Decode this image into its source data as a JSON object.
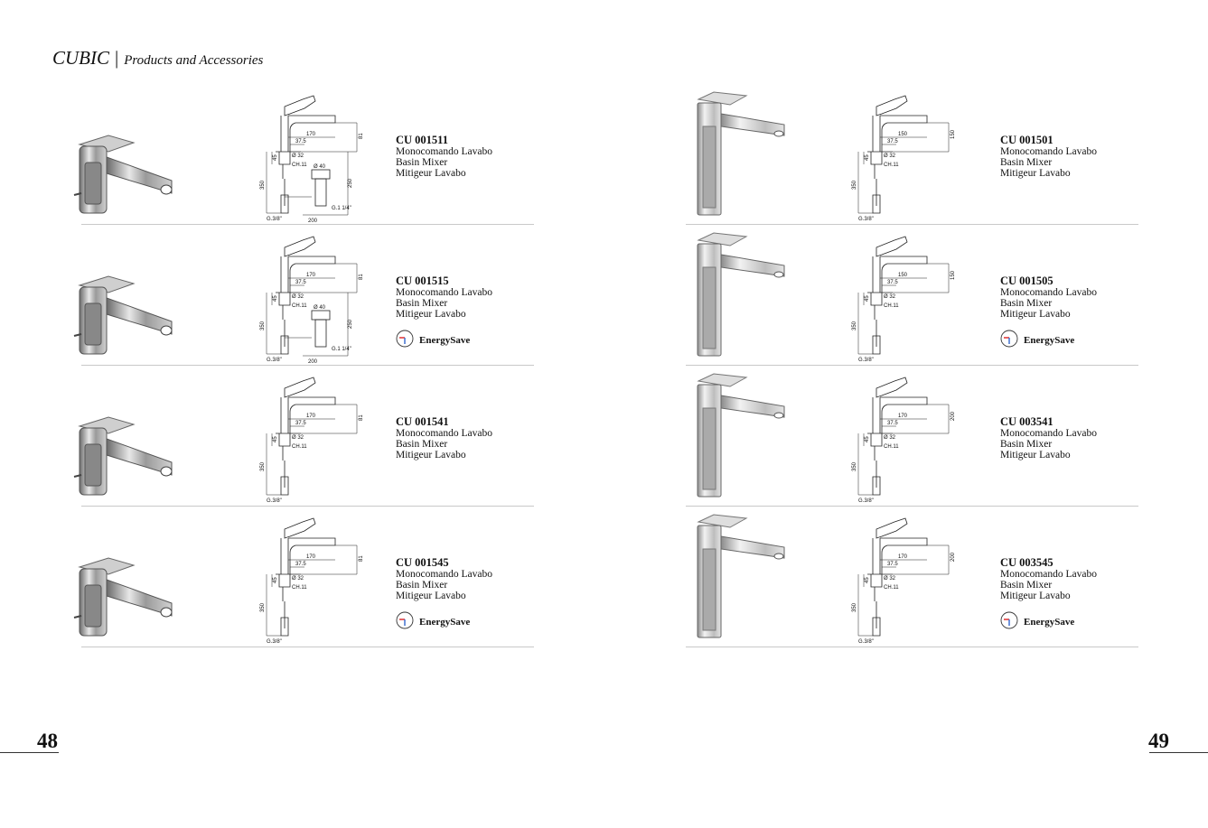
{
  "header": {
    "brand": "CUBIC",
    "separator": "|",
    "subtitle": "Products and Accessories"
  },
  "pages": {
    "left_number": "48",
    "right_number": "49"
  },
  "energy_label": "EnergySave",
  "left_products": [
    {
      "code": "CU 001511",
      "lines": [
        "Monocomando Lavabo",
        "Basin Mixer",
        "Mitigeur Lavabo"
      ],
      "energy": false,
      "dims": {
        "spread": "170",
        "offset": "37.5",
        "height": "81",
        "base": "Ø 32",
        "hex": "CH.11",
        "collar": "45",
        "tail": "350",
        "thread": "G.3/8\"",
        "waste_d": "Ø 40",
        "waste_thread": "G.1 1/4\"",
        "waste_len": "200",
        "total": "250"
      }
    },
    {
      "code": "CU 001515",
      "lines": [
        "Monocomando Lavabo",
        "Basin Mixer",
        "Mitigeur Lavabo"
      ],
      "energy": true,
      "dims": {
        "spread": "170",
        "offset": "37.5",
        "height": "81",
        "base": "Ø 32",
        "hex": "CH.11",
        "collar": "45",
        "tail": "350",
        "thread": "G.3/8\"",
        "waste_d": "Ø 40",
        "waste_thread": "G.1 1/4\"",
        "waste_len": "200",
        "total": "250"
      }
    },
    {
      "code": "CU 001541",
      "lines": [
        "Monocomando Lavabo",
        "Basin Mixer",
        "Mitigeur Lavabo"
      ],
      "energy": false,
      "dims": {
        "spread": "170",
        "offset": "37.5",
        "height": "81",
        "base": "Ø 32",
        "hex": "CH.11",
        "collar": "45",
        "tail": "350",
        "thread": "G.3/8\""
      }
    },
    {
      "code": "CU 001545",
      "lines": [
        "Monocomando Lavabo",
        "Basin Mixer",
        "Mitigeur Lavabo"
      ],
      "energy": true,
      "dims": {
        "spread": "170",
        "offset": "37.5",
        "height": "81",
        "base": "Ø 32",
        "hex": "CH.11",
        "collar": "45",
        "tail": "350",
        "thread": "G.3/8\""
      }
    }
  ],
  "right_products": [
    {
      "code": "CU 001501",
      "lines": [
        "Monocomando Lavabo",
        "Basin Mixer",
        "Mitigeur Lavabo"
      ],
      "energy": false,
      "dims": {
        "spread": "150",
        "offset": "37.5",
        "height": "150",
        "base": "Ø 32",
        "hex": "CH.11",
        "collar": "45",
        "tail": "350",
        "thread": "G.3/8\""
      }
    },
    {
      "code": "CU 001505",
      "lines": [
        "Monocomando Lavabo",
        "Basin Mixer",
        "Mitigeur Lavabo"
      ],
      "energy": true,
      "dims": {
        "spread": "150",
        "offset": "37.5",
        "height": "150",
        "base": "Ø 32",
        "hex": "CH.11",
        "collar": "45",
        "tail": "350",
        "thread": "G.3/8\""
      }
    },
    {
      "code": "CU 003541",
      "lines": [
        "Monocomando Lavabo",
        "Basin Mixer",
        "Mitigeur Lavabo"
      ],
      "energy": false,
      "dims": {
        "spread": "170",
        "offset": "37.5",
        "height": "200",
        "base": "Ø 32",
        "hex": "CH.11",
        "collar": "45",
        "tail": "350",
        "thread": "G.3/8\""
      }
    },
    {
      "code": "CU 003545",
      "lines": [
        "Monocomando Lavabo",
        "Basin Mixer",
        "Mitigeur Lavabo"
      ],
      "energy": true,
      "dims": {
        "spread": "170",
        "offset": "37.5",
        "height": "200",
        "base": "Ø 32",
        "hex": "CH.11",
        "collar": "45",
        "tail": "350",
        "thread": "G.3/8\""
      }
    }
  ]
}
